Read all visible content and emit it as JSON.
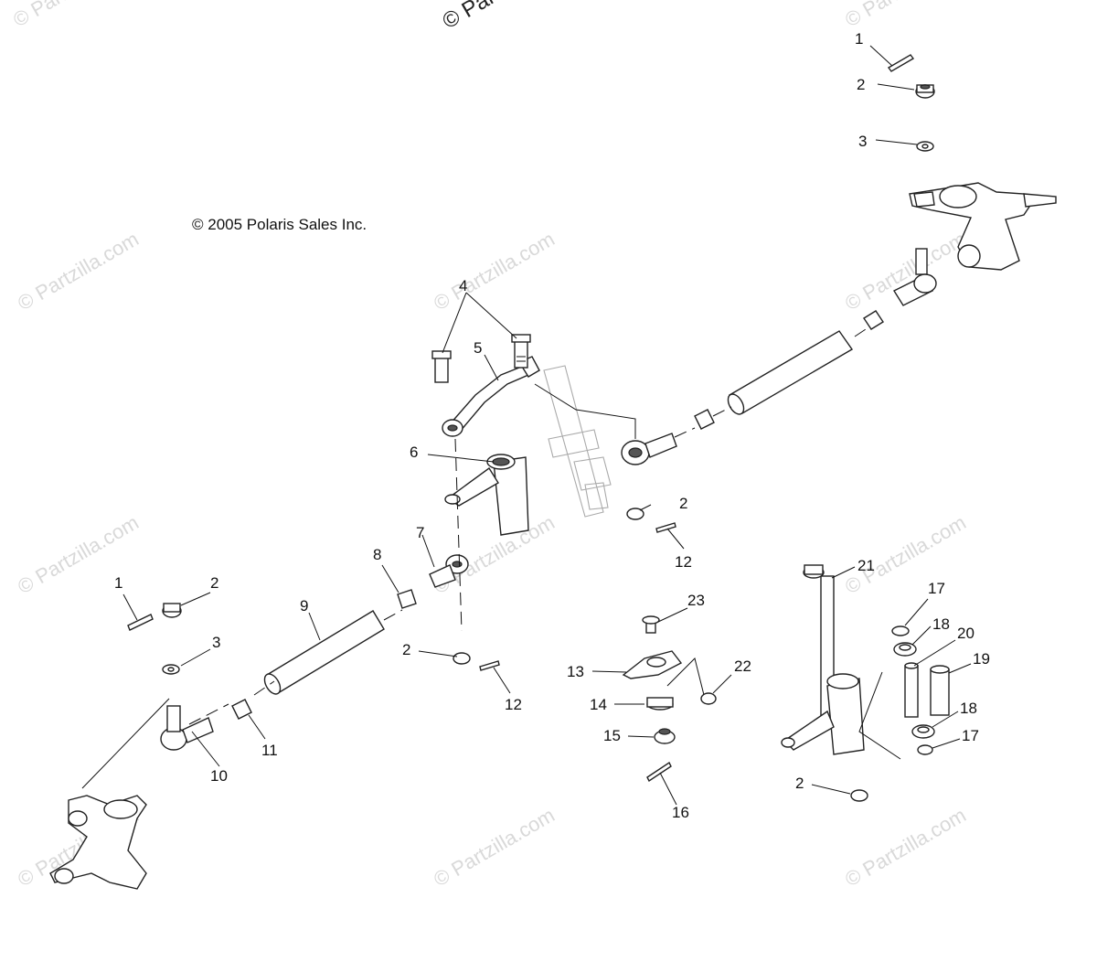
{
  "copyright": "© 2005 Polaris Sales Inc.",
  "watermark": "© Partzilla.com",
  "watermark_top": "© Par",
  "callouts": [
    {
      "id": "c1a",
      "label": "1"
    },
    {
      "id": "c2a",
      "label": "2"
    },
    {
      "id": "c3a",
      "label": "3"
    },
    {
      "id": "c4",
      "label": "4"
    },
    {
      "id": "c5",
      "label": "5"
    },
    {
      "id": "c6",
      "label": "6"
    },
    {
      "id": "c2b",
      "label": "2"
    },
    {
      "id": "c12a",
      "label": "12"
    },
    {
      "id": "c7",
      "label": "7"
    },
    {
      "id": "c8",
      "label": "8"
    },
    {
      "id": "c1b",
      "label": "1"
    },
    {
      "id": "c2c",
      "label": "2"
    },
    {
      "id": "c3b",
      "label": "3"
    },
    {
      "id": "c9",
      "label": "9"
    },
    {
      "id": "c2d",
      "label": "2"
    },
    {
      "id": "c12b",
      "label": "12"
    },
    {
      "id": "c11",
      "label": "11"
    },
    {
      "id": "c10",
      "label": "10"
    },
    {
      "id": "c23",
      "label": "23"
    },
    {
      "id": "c13",
      "label": "13"
    },
    {
      "id": "c22",
      "label": "22"
    },
    {
      "id": "c14",
      "label": "14"
    },
    {
      "id": "c15",
      "label": "15"
    },
    {
      "id": "c16",
      "label": "16"
    },
    {
      "id": "c21",
      "label": "21"
    },
    {
      "id": "c17a",
      "label": "17"
    },
    {
      "id": "c18a",
      "label": "18"
    },
    {
      "id": "c20",
      "label": "20"
    },
    {
      "id": "c19",
      "label": "19"
    },
    {
      "id": "c18b",
      "label": "18"
    },
    {
      "id": "c17b",
      "label": "17"
    },
    {
      "id": "c2e",
      "label": "2"
    }
  ]
}
